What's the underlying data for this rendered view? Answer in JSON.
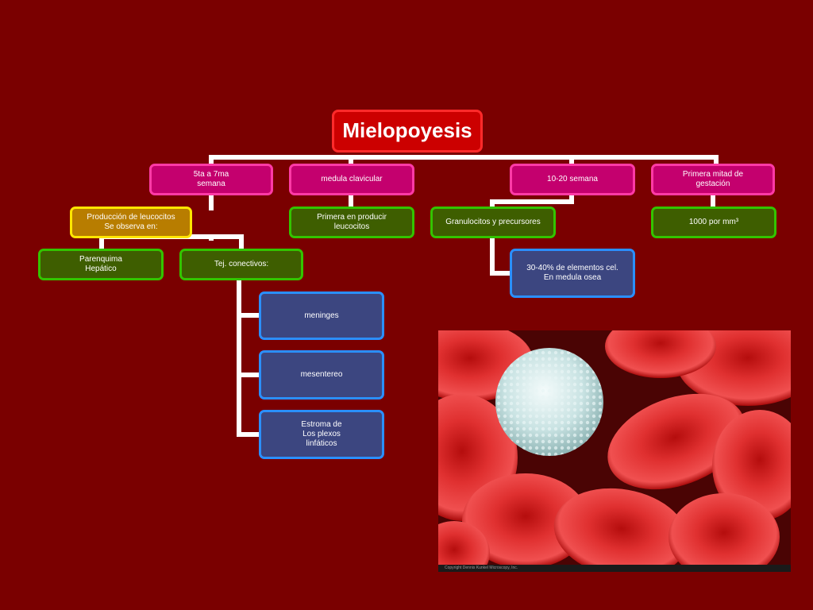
{
  "root": {
    "label": "Mielopoyesis"
  },
  "branches": [
    {
      "label": "5ta a 7ma\nsemana",
      "note": "Producción de leucocitos\nSe observa en:",
      "children": [
        "Parenquima\nHepático",
        "Tej. conectivos:"
      ],
      "sub_children": [
        "meninges",
        "mesentereo",
        "Estroma de\nLos plexos\nlinfáticos"
      ]
    },
    {
      "label": "medula clavicular",
      "children": [
        "Primera en producir\nleucocitos"
      ]
    },
    {
      "label": "10-20 semana",
      "children": [
        "Granulocitos y precursores"
      ],
      "sub_children": [
        "30-40% de elementos cel.\nEn medula osea"
      ]
    },
    {
      "label": "Primera mitad de\ngestación",
      "children": [
        "1000 por mm³"
      ]
    }
  ],
  "colors": {
    "background": "#7a0000",
    "root": "#cc0000",
    "branch": "#c4006e",
    "leaf_green": "#3e5e00",
    "note_yellow": "#b87d00",
    "leaf_blue": "#3c4680",
    "connector": "#ffffff"
  },
  "image": {
    "subject": "white blood cell among red blood cells",
    "credit": "Copyright Dennis Kunkel Microscopy, Inc."
  }
}
